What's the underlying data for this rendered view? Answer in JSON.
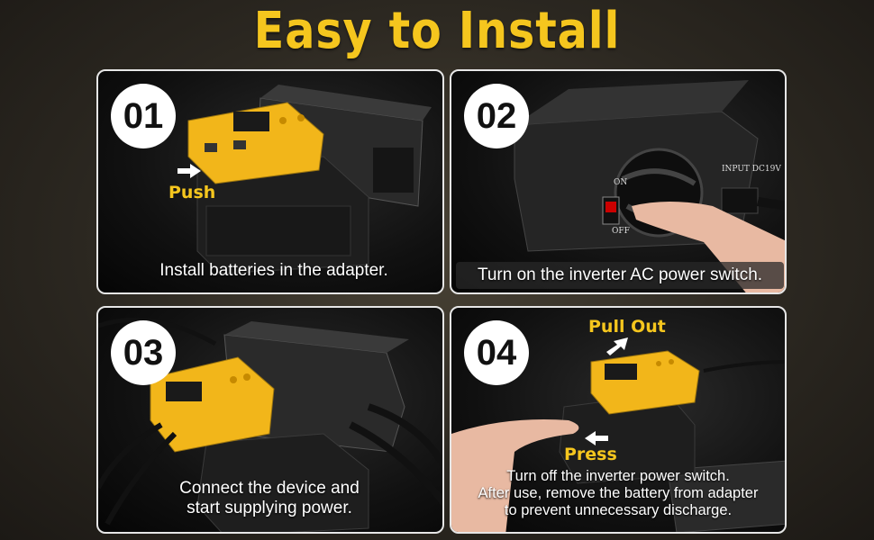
{
  "title": "Easy to Install",
  "steps": [
    {
      "number": "01",
      "caption": "Install batteries in the adapter.",
      "callout": "Push"
    },
    {
      "number": "02",
      "caption": "Turn on the inverter AC power switch.",
      "switch_on": "ON",
      "switch_off": "OFF",
      "input_label": "INPUT DC19V"
    },
    {
      "number": "03",
      "caption_line1": "Connect the device and",
      "caption_line2": "start supplying power."
    },
    {
      "number": "04",
      "callout_top": "Pull Out",
      "callout_bottom": "Press",
      "caption_line1": "Turn off the inverter power switch.",
      "caption_line2": "After use, remove the battery from adapter",
      "caption_line3": "to prevent unnecessary discharge."
    }
  ],
  "colors": {
    "accent": "#f5c61e",
    "adapter_yellow": "#f2b61a",
    "panel_border": "#e6e6e6"
  }
}
